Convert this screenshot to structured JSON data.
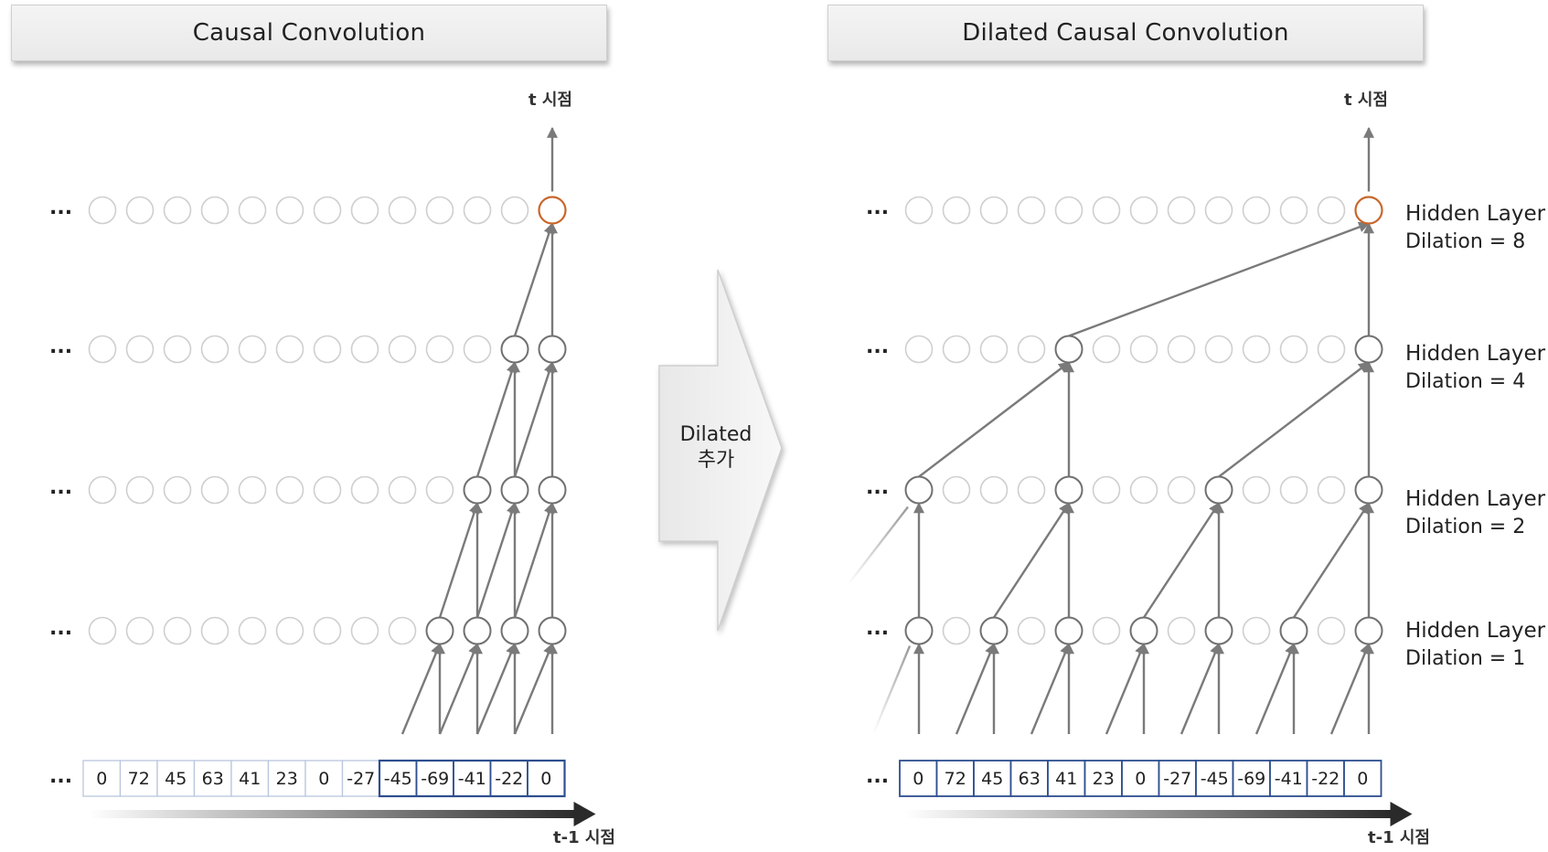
{
  "left_panel": {
    "title": "Causal Convolution",
    "top_label": "t 시점",
    "bottom_label": "t-1 시점"
  },
  "right_panel": {
    "title": "Dilated Causal Convolution",
    "top_label": "t 시점",
    "bottom_label": "t-1 시점"
  },
  "middle_arrow": {
    "line1": "Dilated",
    "line2": "추가"
  },
  "ellipsis": "...",
  "sequence": [
    "0",
    "72",
    "45",
    "63",
    "41",
    "23",
    "0",
    "-27",
    "-45",
    "-69",
    "-41",
    "-22",
    "0"
  ],
  "layers": [
    {
      "name": "Hidden Layer",
      "dilation": "Dilation = 8"
    },
    {
      "name": "Hidden Layer",
      "dilation": "Dilation = 4"
    },
    {
      "name": "Hidden Layer",
      "dilation": "Dilation = 2"
    },
    {
      "name": "Hidden Layer",
      "dilation": "Dilation = 1"
    }
  ],
  "colors": {
    "arrow": "#7a7a7a",
    "node_active": "#707070",
    "node_faded": "#cfcfcf",
    "node_output": "#c8662a",
    "seq_border": "#2e4f8f",
    "seq_border_faded": "#b9c6dd"
  }
}
